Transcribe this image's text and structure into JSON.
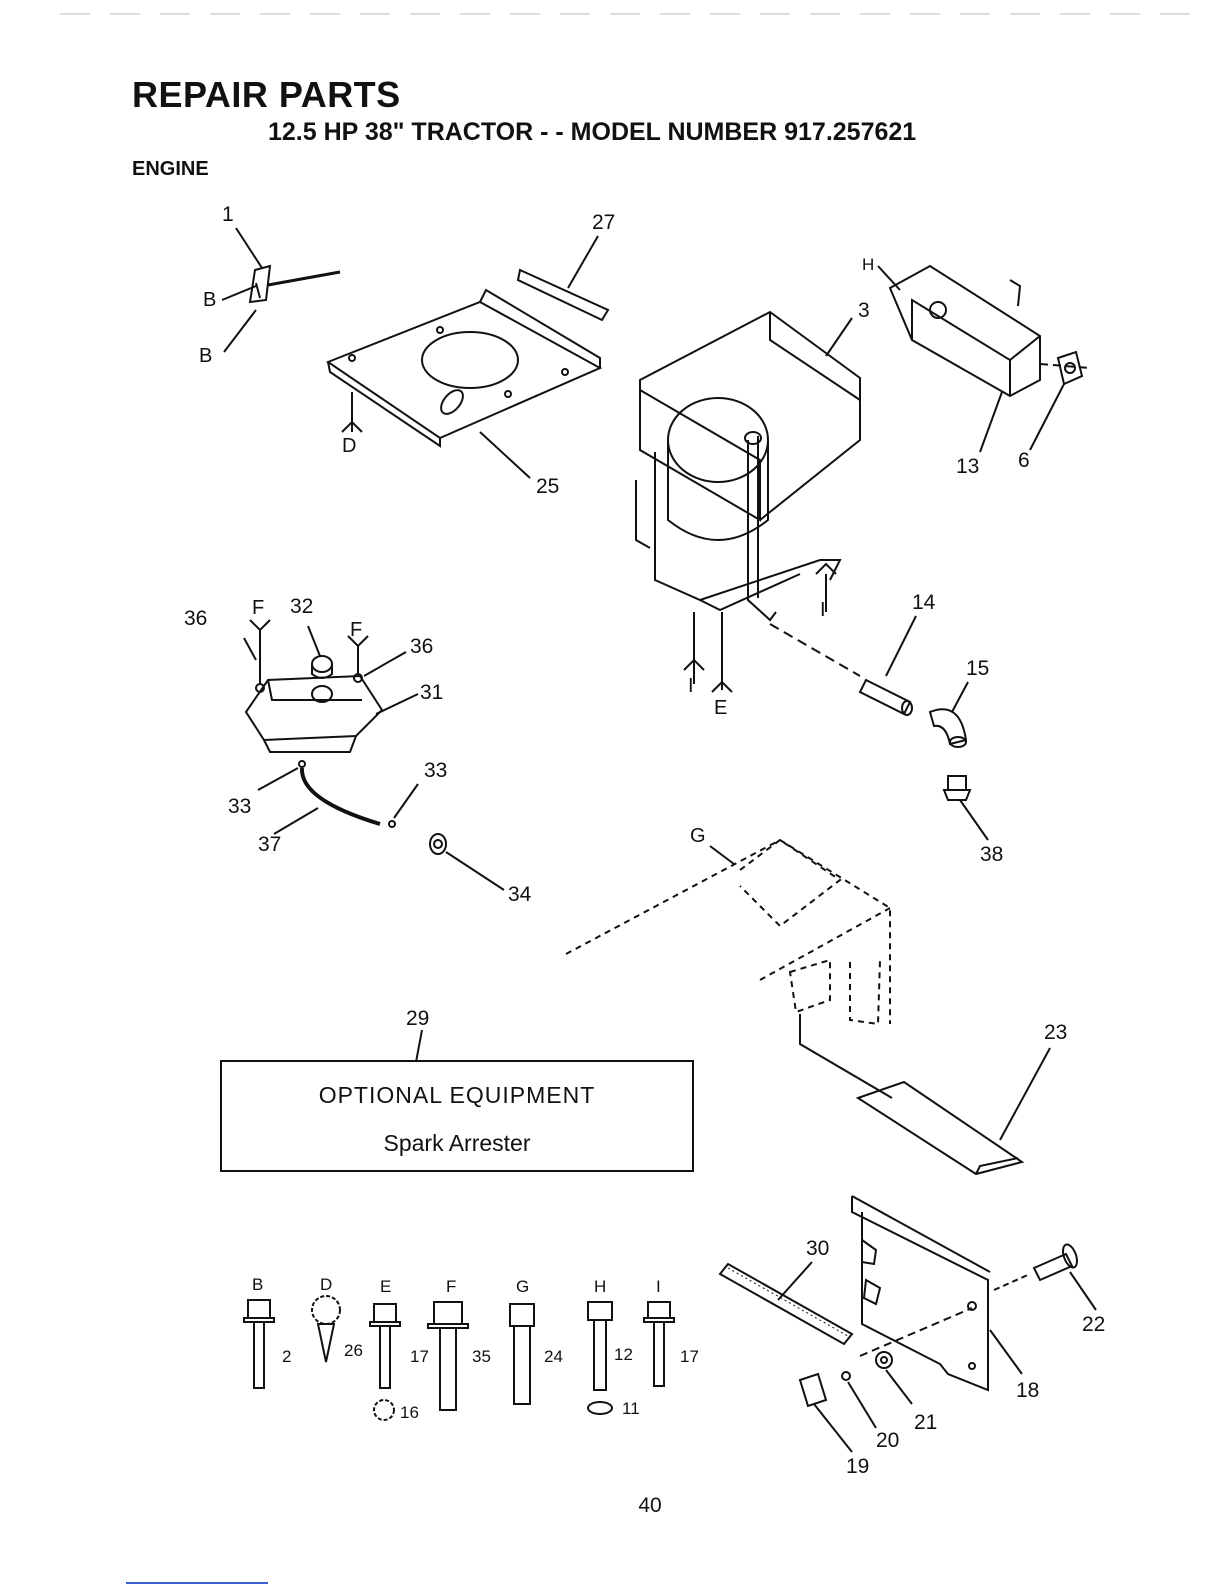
{
  "page": {
    "heading": "REPAIR PARTS",
    "subtitle": "12.5 HP 38\" TRACTOR - - MODEL NUMBER 917.257621",
    "section": "ENGINE",
    "page_number": "40"
  },
  "optional_equipment": {
    "title": "OPTIONAL EQUIPMENT",
    "item": "Spark Arrester"
  },
  "callouts": [
    "1",
    "27",
    "3",
    "13",
    "6",
    "25",
    "36",
    "32",
    "36",
    "31",
    "33",
    "33",
    "37",
    "34",
    "14",
    "15",
    "38",
    "29",
    "23",
    "30",
    "22",
    "18",
    "21",
    "20",
    "19"
  ],
  "letters": [
    "B",
    "B",
    "D",
    "H",
    "F",
    "F",
    "I",
    "E",
    "I",
    "G"
  ],
  "hardware": {
    "headers": [
      "B",
      "D",
      "E",
      "F",
      "G",
      "H",
      "I"
    ],
    "part_numbers": [
      "2",
      "26",
      "17",
      "35",
      "24",
      "12",
      "17",
      "16",
      "11"
    ]
  }
}
